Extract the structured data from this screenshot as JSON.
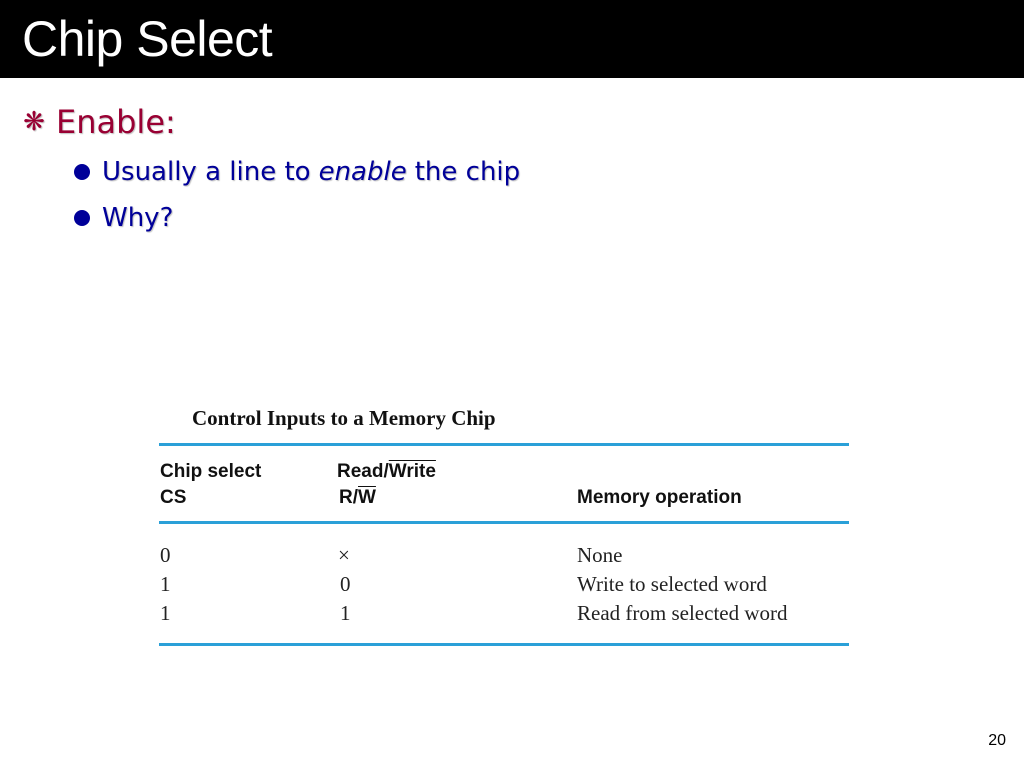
{
  "slide": {
    "title": "Chip Select",
    "page_number": "20"
  },
  "bullets": {
    "level1": {
      "icon": "asterisk-icon",
      "text": "Enable:"
    },
    "level2": [
      {
        "prefix": "Usually a line to",
        "italic": "enable",
        "suffix": "the chip"
      },
      {
        "text": "Why?"
      }
    ]
  },
  "table": {
    "caption": "Control Inputs to a Memory Chip",
    "header": {
      "col1_line1": "Chip select",
      "col1_line2": "CS",
      "col2_line1_a": "Read/",
      "col2_line1_b": "Write",
      "col2_line2_a": "R/",
      "col2_line2_b": "W",
      "col3": "Memory operation"
    },
    "rows": [
      {
        "cs": "0",
        "rw": "×",
        "op": "None"
      },
      {
        "cs": "1",
        "rw": "0",
        "op": "Write to selected word"
      },
      {
        "cs": "1",
        "rw": "1",
        "op": "Read from selected word"
      }
    ]
  },
  "colors": {
    "title_bg": "#000000",
    "level1_text": "#990033",
    "level2_text": "#000099",
    "table_rule": "#2aa0d8"
  }
}
